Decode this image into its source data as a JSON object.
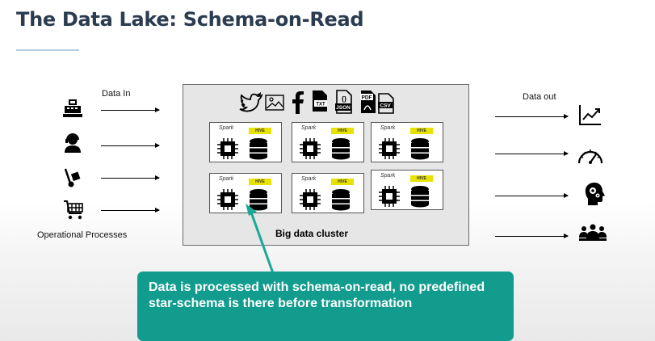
{
  "slide": {
    "title": "The Data Lake: Schema-on-Read",
    "data_in_label": "Data In",
    "data_out_label": "Data out",
    "operational_label": "Operational Processes",
    "cluster_label": "Big data cluster",
    "callout_text": "Data is processed with schema-on-read, no predefined star-schema is there before transformation"
  },
  "file_types": [
    "TXT",
    "{}",
    "JSON",
    "PDF",
    "CSV"
  ],
  "node_labels": {
    "spark": "Spark",
    "hive": "HIVE"
  },
  "colors": {
    "title": "#2b3c50",
    "callout_bg": "#119c8e",
    "callout_arrow": "#1aa89a",
    "hive": "#e8e200"
  },
  "icons": {
    "inputs": [
      "cash-register-icon",
      "customer-service-icon",
      "hand-truck-icon",
      "shopping-cart-icon"
    ],
    "outputs": [
      "line-chart-icon",
      "speedometer-icon",
      "head-gears-icon",
      "group-icon"
    ],
    "sources": [
      "twitter-icon",
      "image-icon",
      "facebook-icon",
      "txt-file-icon",
      "json-file-icon",
      "pdf-file-icon",
      "csv-file-icon"
    ]
  }
}
